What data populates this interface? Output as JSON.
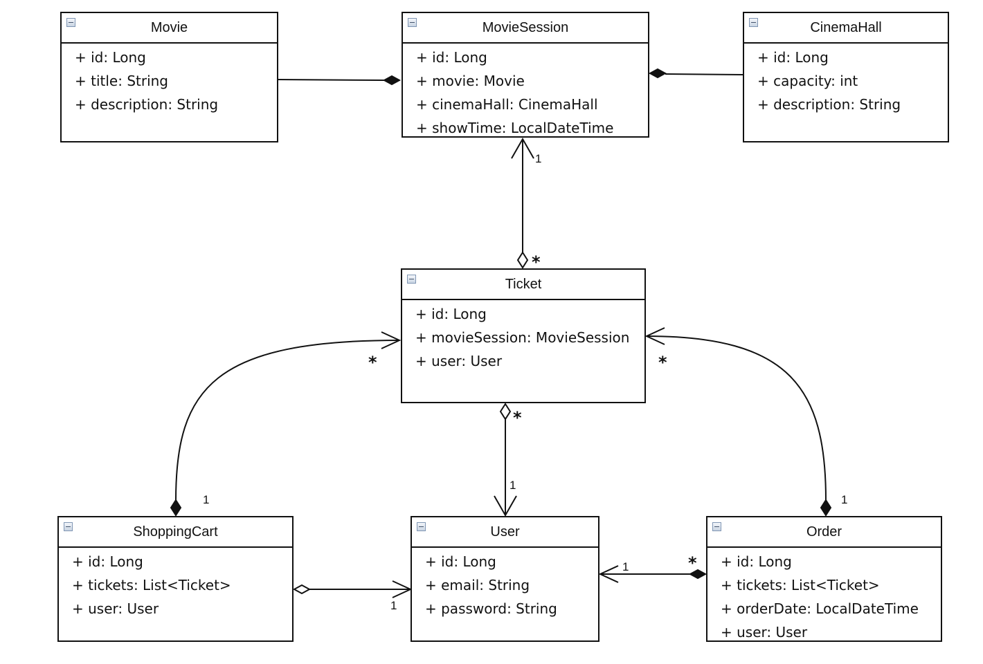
{
  "classes": {
    "movie": {
      "name": "Movie",
      "attributes": [
        "+ id: Long",
        "+ title: String",
        "+ description: String"
      ]
    },
    "movie_session": {
      "name": "MovieSession",
      "attributes": [
        "+ id: Long",
        "+ movie: Movie",
        "+ cinemaHall: CinemaHall",
        "+ showTime: LocalDateTime"
      ]
    },
    "cinema_hall": {
      "name": "CinemaHall",
      "attributes": [
        "+ id: Long",
        "+ capacity: int",
        "+ description: String"
      ]
    },
    "ticket": {
      "name": "Ticket",
      "attributes": [
        "+ id: Long",
        "+ movieSession: MovieSession",
        "+ user: User"
      ]
    },
    "shopping_cart": {
      "name": "ShoppingCart",
      "attributes": [
        "+ id: Long",
        "+ tickets: List<Ticket>",
        "+ user: User"
      ]
    },
    "user": {
      "name": "User",
      "attributes": [
        "+ id: Long",
        "+ email: String",
        "+ password: String"
      ]
    },
    "order": {
      "name": "Order",
      "attributes": [
        "+ id: Long",
        "+ tickets: List<Ticket>",
        "+ orderDate: LocalDateTime",
        "+ user:  User"
      ]
    }
  },
  "multiplicities": {
    "session_one": "1",
    "ticket_many_top": "*",
    "ticket_many_left": "*",
    "ticket_many_right": "*",
    "ticket_many_bottom": "*",
    "user_from_ticket_one": "1",
    "cart_one": "1",
    "order_one": "1",
    "user_from_cart_one": "1",
    "user_from_order_one": "1",
    "order_many": "*"
  },
  "colors": {
    "line": "#111111",
    "collapse_icon": "#7f95b3"
  }
}
